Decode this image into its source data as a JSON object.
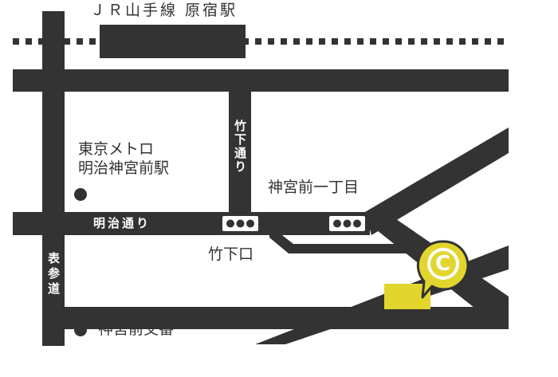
{
  "colors": {
    "road": "#333333",
    "background": "#ffffff",
    "destination": "#e2d62e",
    "building": "#e2d62e"
  },
  "map": {
    "station_label": "ＪＲ山手線 原宿駅",
    "metro_station_label": [
      "東京メトロ",
      "明治神宮前駅"
    ],
    "intersection_label": "神宮前交番",
    "area_label": "神宮前一丁目",
    "takeshita_guchi_label": "竹下口",
    "road_meiji": "明治通り",
    "road_takeshita": "竹下通り",
    "road_omotesando": "表参道",
    "marker_letter": "C",
    "icons": {
      "traffic_light": "traffic-light-icon",
      "station_dot": "station-dot-icon",
      "marker": "location-pin-icon"
    }
  }
}
